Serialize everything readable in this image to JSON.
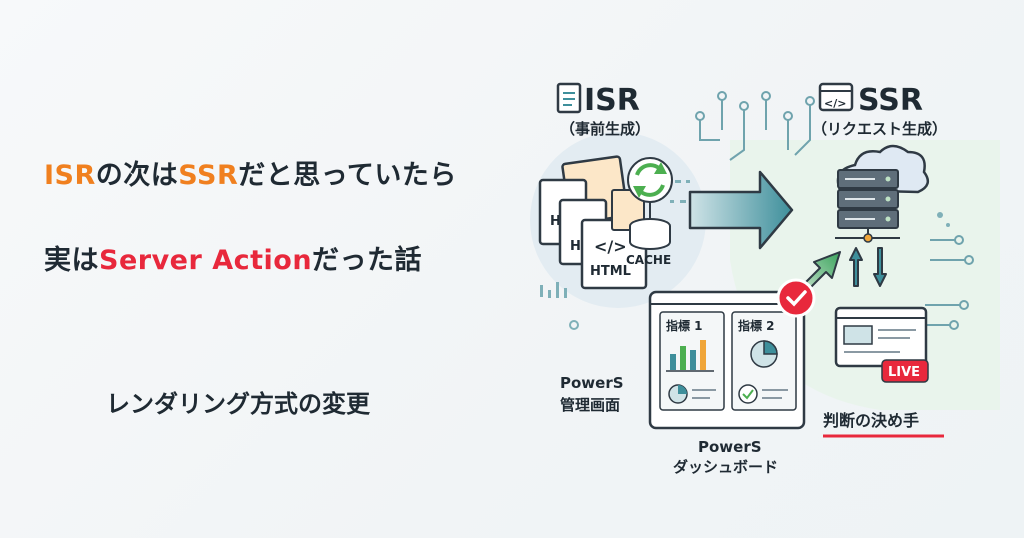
{
  "headline": {
    "line1": {
      "part1": "ISR",
      "part2": "の次は",
      "part3": "SSR",
      "part4": "だと思っていたら"
    },
    "line2": {
      "part1": "実は",
      "part2": "Server Action",
      "part3": "だった話"
    }
  },
  "subtitle": "レンダリング方式の変更",
  "isr": {
    "title": "ISR",
    "subtitle": "（事前生成）",
    "html_label": "HTML",
    "h_label": "H",
    "cache_label": "CACHE"
  },
  "ssr": {
    "title": "SSR",
    "subtitle": "（リクエスト生成）",
    "live_label": "LIVE"
  },
  "dashboard": {
    "card1_label": "指標 1",
    "card2_label": "指標 2",
    "admin_label_line1": "PowerS",
    "admin_label_line2": "管理画面",
    "dashboard_label_line1": "PowerS",
    "dashboard_label_line2": "ダッシュボード"
  },
  "decision_label": "判断の決め手",
  "colors": {
    "accent_orange": "#f0801f",
    "accent_red": "#e8283c",
    "teal": "#3e8f9b",
    "green": "#4caf50",
    "text_dark": "#1f2a33"
  }
}
